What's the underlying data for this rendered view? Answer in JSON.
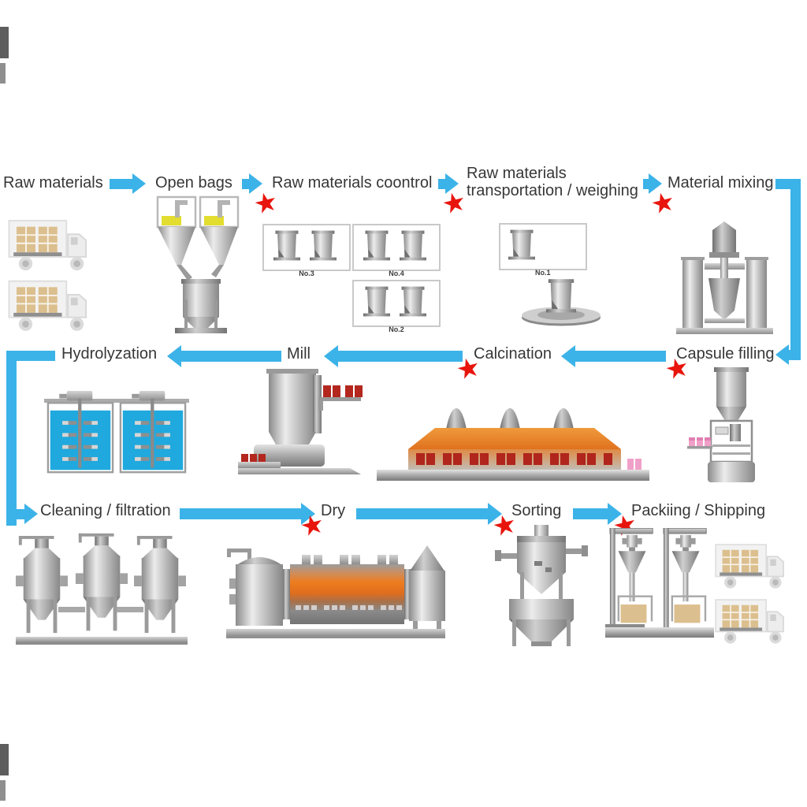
{
  "colors": {
    "arrow_blue": "#3cb3e8",
    "star_red": "#e8150d",
    "label_text": "#373737",
    "liquid_cyan": "#1fa9de",
    "capsule_pink": "#f0a0c8",
    "box_tan": "#dcbf8e",
    "block_red": "#b3271f",
    "window_red": "#b0251c",
    "furnace_orange": "#e8802c",
    "hopper_yellow": "#e3dd2f"
  },
  "labels": {
    "raw_materials": "Raw materials",
    "open_bags": "Open bags",
    "raw_materials_control": "Raw materials coontrol",
    "transportation_line1": "Raw materials",
    "transportation_line2": "transportation / weighing",
    "material_mixing": "Material mixing",
    "capsule_filling": "Capsule filling",
    "calcination": "Calcination",
    "mill": "Mill",
    "hydrolyzation": "Hydrolyzation",
    "cleaning_filtration": "Cleaning / filtration",
    "dry": "Dry",
    "sorting": "Sorting",
    "packing_shipping": "Packiing / Shipping"
  },
  "unit_tags": {
    "no1": "No.1",
    "no2": "No.2",
    "no3": "No.3",
    "no4": "No.4"
  },
  "star_glyph": "★",
  "illustrations": {
    "raw_materials": "delivery-trucks",
    "open_bags": "twin-hopper-bag-opener",
    "raw_materials_control": "silo-storage-units",
    "transportation_weighing": "silo-and-weighing-scale",
    "material_mixing": "mixing-tower",
    "hydrolyzation": "stirred-liquid-tanks",
    "mill": "milling-plant",
    "calcination": "calcination-furnace",
    "capsule_filling": "capsule-filling-machine",
    "cleaning_filtration": "filtration-tanks",
    "dry": "rotary-dryer",
    "sorting": "cyclone-sorter",
    "packing_shipping": "bag-filling-stations-and-trucks"
  }
}
